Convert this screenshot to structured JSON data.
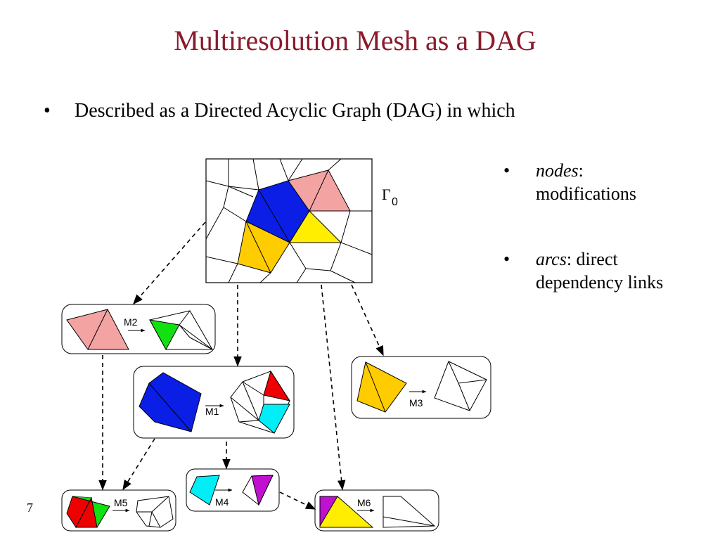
{
  "title": "Multiresolution Mesh as a DAG",
  "main_bullet": "Described as a Directed Acyclic Graph (DAG) in which",
  "side_bullets": [
    {
      "term": "nodes",
      "rest_line1": ":",
      "rest_line2": "modifications"
    },
    {
      "term": "arcs",
      "rest_line1": ": direct",
      "rest_line2": "dependency links"
    }
  ],
  "gamma_symbol": "Γ",
  "gamma_subscript": "0",
  "nodes": {
    "m1": "M1",
    "m2": "M2",
    "m3": "M3",
    "m4": "M4",
    "m5": "M5",
    "m6": "M6"
  },
  "page_number": "7",
  "colors": {
    "title": "#8b1a2b",
    "pink": "#f4a3a3",
    "blue": "#0a1ee6",
    "yellow": "#ffee00",
    "orange": "#ffcc00",
    "green": "#11e011",
    "red": "#f00000",
    "cyan": "#00eef6",
    "magenta": "#c010d0"
  }
}
